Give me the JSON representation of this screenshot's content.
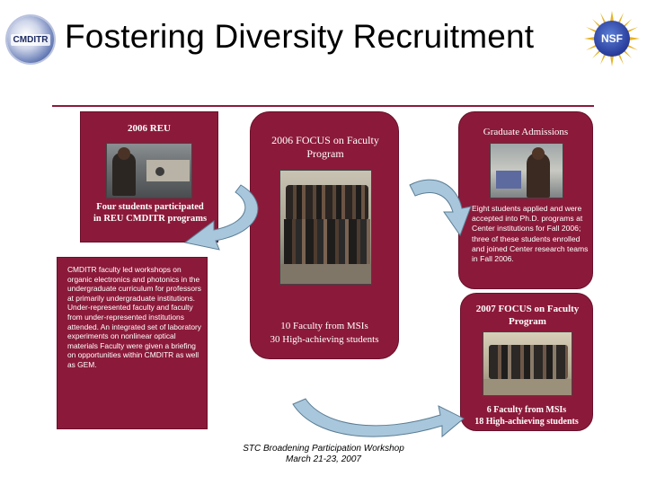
{
  "slide": {
    "title": "Fostering Diversity  Recruitment",
    "left_logo_text": "CMDITR",
    "right_logo_text": "NSF",
    "footer_line1": "STC Broadening Participation Workshop",
    "footer_line2": "March 21-23, 2007"
  },
  "reu": {
    "heading": "2006 REU",
    "caption": "Four students participated in REU CMDITR programs",
    "workshop_text": "CMDITR faculty led workshops on organic electronics and photonics in the undergraduate curriculum for professors at primarily undergraduate institutions. Under-represented faculty and faculty from under-represented institutions attended.  An integrated set of laboratory experiments on nonlinear optical materials Faculty were given a briefing on opportunities within CMDITR as well as GEM."
  },
  "focus_center": {
    "heading": "2006 FOCUS on Faculty Program",
    "caption_line1": "10 Faculty from MSIs",
    "caption_line2": "30 High-achieving students"
  },
  "graduate": {
    "heading": "Graduate Admissions",
    "text": "Eight students applied and were accepted into Ph.D. programs at Center institutions for Fall 2006; three of these students enrolled and joined Center research teams in Fall 2006."
  },
  "focus_2007": {
    "heading": "2007 FOCUS on Faculty Program",
    "caption_line1": "6 Faculty from MSIs",
    "caption_line2": "18 High-achieving students"
  },
  "colors": {
    "box": "#8b1a3a",
    "arrow_fill": "#a9c7dc",
    "arrow_stroke": "#5a7d94"
  }
}
